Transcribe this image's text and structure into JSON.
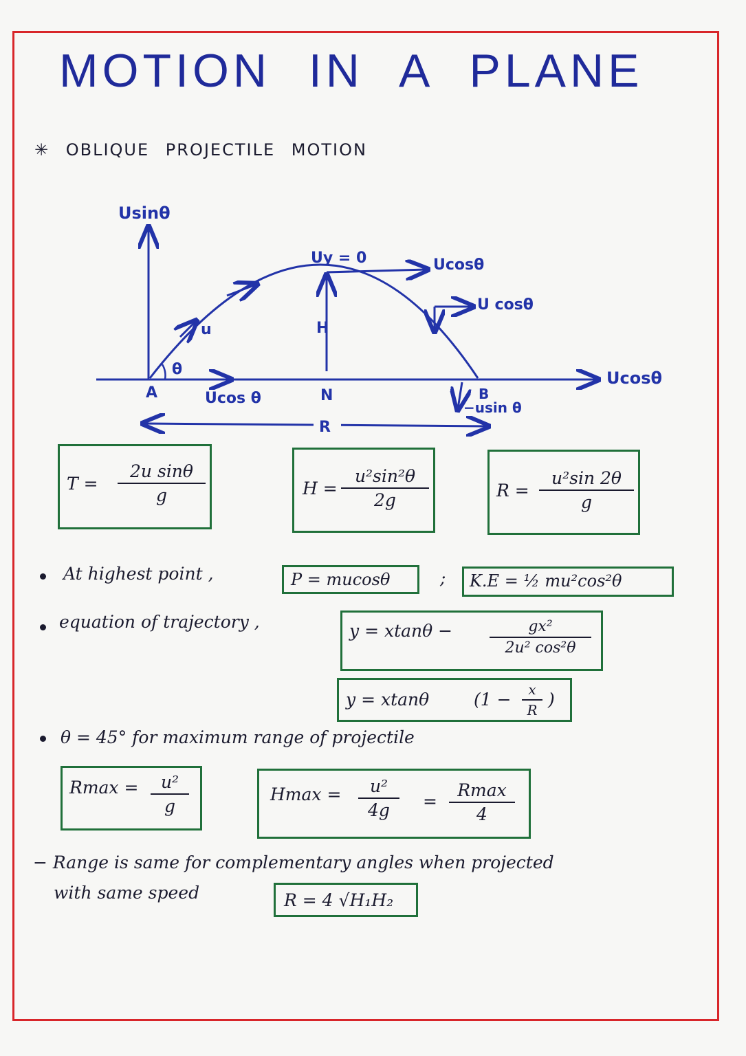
{
  "title": "MOTION IN A PLANE",
  "subtitle": "✳ OBLIQUE PROJECTILE MOTION",
  "diagram": {
    "y_axis_label": "Usinθ",
    "top_velocity": "Uy = 0",
    "top_horizontal": "Ucosθ",
    "descending_horizontal": "U cosθ",
    "initial_velocity": "u",
    "angle": "θ",
    "height": "H",
    "point_a": "A",
    "point_n": "N",
    "point_b": "B",
    "a_horizontal": "Ucos θ",
    "b_vertical": "−usin θ",
    "x_axis_label": "Ucosθ",
    "range": "R"
  },
  "formulas": {
    "time": {
      "lhs": "T =",
      "num": "2u sinθ",
      "den": "g"
    },
    "height": {
      "lhs": "H =",
      "num": "u²sin²θ",
      "den": "2g"
    },
    "range": {
      "lhs": "R =",
      "num": "u²sin 2θ",
      "den": "g"
    }
  },
  "highest_point": {
    "text": "At highest point ,",
    "momentum": "P = mucosθ",
    "sep": ";",
    "ke": "K.E = ½ mu²cos²θ"
  },
  "trajectory": {
    "text": "equation of trajectory ,",
    "eq1_lhs": "y = xtanθ  −",
    "eq1_num": "gx²",
    "eq1_den": "2u² cos²θ",
    "eq2_lhs": "y = xtanθ",
    "eq2_paren_open": "(1 −",
    "eq2_num": "x",
    "eq2_den": "R",
    "eq2_paren_close": ")"
  },
  "max_range": {
    "text": "θ = 45° for maximum range of projectile",
    "rmax_lhs": "Rmax =",
    "rmax_num": "u²",
    "rmax_den": "g",
    "hmax_lhs": "Hmax =",
    "hmax_num": "u²",
    "hmax_den": "4g",
    "hmax_eq": "=",
    "hmax_num2": "Rmax",
    "hmax_den2": "4"
  },
  "complementary": {
    "line1": "− Range is same for complementary angles when projected",
    "line2": "with same speed",
    "formula": "R = 4 √H₁H₂"
  },
  "colors": {
    "border": "#d8262a",
    "ink_blue": "#2233a8",
    "box_green": "#20703a"
  }
}
